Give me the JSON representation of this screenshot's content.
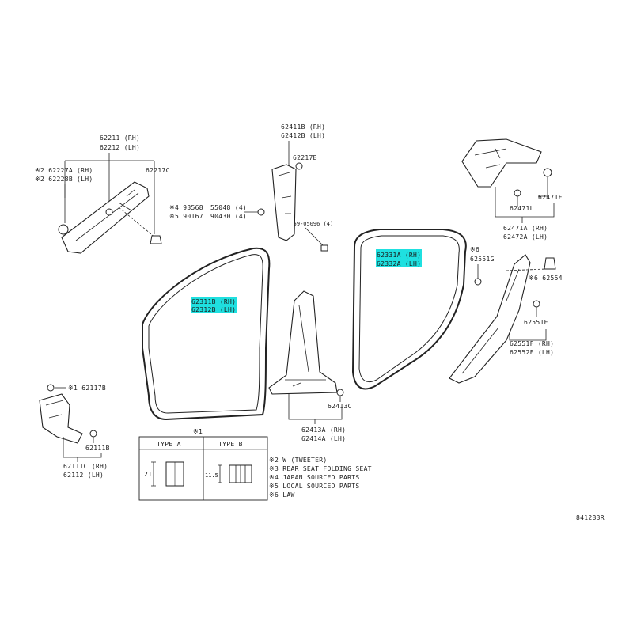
{
  "labels": {
    "p62211": "62211 (RH)",
    "p62212": "62212 (LH)",
    "p62227a": "※2 62227A (RH)",
    "p62228b": "※2 62228B (LH)",
    "p62217c": "62217C",
    "p93568": "※4 93568",
    "p90167": "※5 90167",
    "p55048": "55048 (4)",
    "p90430": "90430 (4)",
    "p90159": "90159-05096 (4)",
    "p62411b": "62411B (RH)",
    "p62412b": "62412B (LH)",
    "p62217b": "62217B",
    "p62311b": "62311B (RH)",
    "p62312b": "62312B (LH)",
    "p62331a": "62331A (RH)",
    "p62332a": "62332A (LH)",
    "p62471f": "62471F",
    "p62471l": "62471L",
    "p62471a": "62471A (RH)",
    "p62472a": "62472A (LH)",
    "p62551g_pre": "※6",
    "p62551g": "62551G",
    "p62554": "※6 62554",
    "p62551e": "62551E",
    "p62551f": "62551F (RH)",
    "p62552f": "62552F (LH)",
    "p62117b": "※1 62117B",
    "p62111b": "62111B",
    "p62111c": "62111C (RH)",
    "p62112": "62112 (LH)",
    "p62413c": "62413C",
    "p62413a": "62413A (RH)",
    "p62414a": "62414A (LH)",
    "doc_id": "841283R"
  },
  "inset": {
    "marker": "※1",
    "type_a": "TYPE A",
    "type_b": "TYPE B",
    "dim_a": "21",
    "dim_b": "11.5"
  },
  "notes": [
    "※2 W (TWEETER)",
    "※3 REAR SEAT   FOLDING SEAT",
    "※4 JAPAN SOURCED PARTS",
    "※5 LOCAL SOURCED PARTS",
    "※6 LAW"
  ],
  "colors": {
    "highlight": "#1fe0e0",
    "line": "#222222"
  }
}
